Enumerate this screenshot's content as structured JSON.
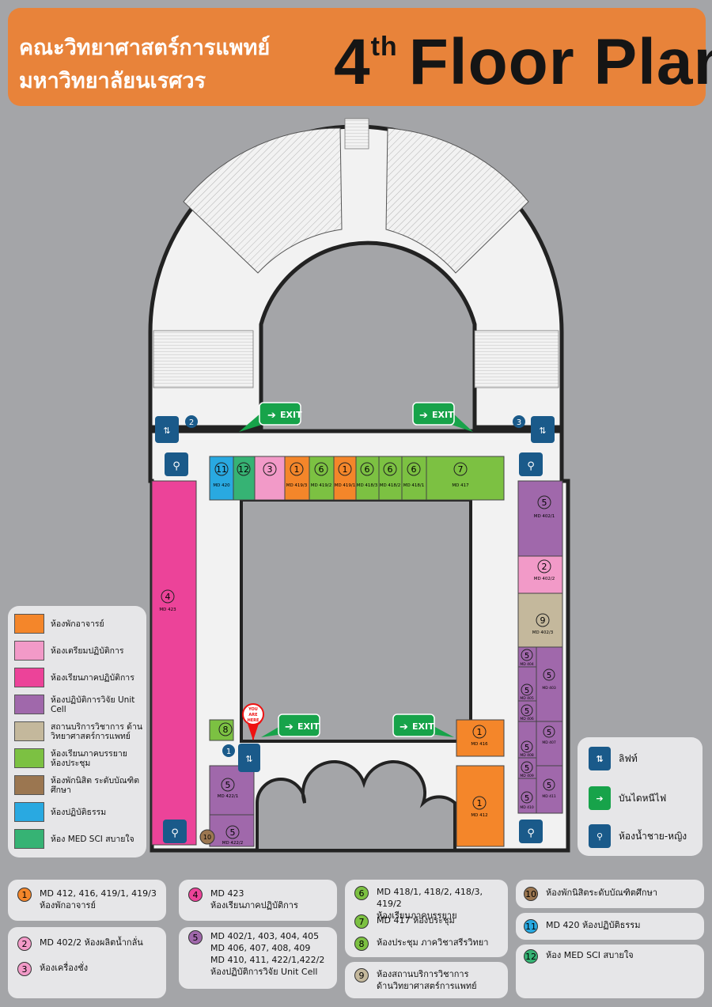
{
  "header": {
    "thai_line1": "คณะวิทยาศาสตร์การแพทย์",
    "thai_line2": "มหาวิทยาลัยนเรศวร",
    "floor_number": "4",
    "floor_suffix": "th",
    "floor_text": "Floor Plan"
  },
  "colors": {
    "orange": "#f4862a",
    "pink_light": "#f29ac8",
    "magenta": "#ec4399",
    "purple": "#a068ab",
    "beige": "#c4b89c",
    "green_light": "#7cc142",
    "brown": "#9b7650",
    "blue": "#29a9e1",
    "green_dark": "#36b374",
    "exit_green": "#17a34a"
  },
  "rooms": {
    "r11": {
      "num": "11",
      "code": "MD 420"
    },
    "r12": {
      "num": "12",
      "code": ""
    },
    "r3": {
      "num": "3",
      "code": ""
    },
    "r1a": {
      "num": "1",
      "code": "MD 419/3"
    },
    "r6a": {
      "num": "6",
      "code": "MD 419/2"
    },
    "r1b": {
      "num": "1",
      "code": "MD 419/1"
    },
    "r6b": {
      "num": "6",
      "code": "MD 418/3"
    },
    "r6c": {
      "num": "6",
      "code": "MD 418/2"
    },
    "r6d": {
      "num": "6",
      "code": "MD 418/1"
    },
    "r7": {
      "num": "7",
      "code": "MD 417"
    },
    "r4": {
      "num": "4",
      "code": "MD 423"
    },
    "r5a": {
      "num": "5",
      "code": "MD 402/1"
    },
    "r2": {
      "num": "2",
      "code": "MD 402/2"
    },
    "r9": {
      "num": "9",
      "code": "MD 402/3"
    },
    "r5b": {
      "num": "5",
      "code": "MD 404"
    },
    "r5c": {
      "num": "5",
      "code": "MD 403"
    },
    "r5d": {
      "num": "5",
      "code": "MD 405"
    },
    "r5e": {
      "num": "5",
      "code": "MD 406"
    },
    "r5f": {
      "num": "5",
      "code": "MD 407"
    },
    "r5g": {
      "num": "5",
      "code": "MD 408"
    },
    "r5h": {
      "num": "5",
      "code": "MD 409"
    },
    "r5i": {
      "num": "5",
      "code": "MD 411"
    },
    "r5j": {
      "num": "5",
      "code": "MD 410"
    },
    "r1c": {
      "num": "1",
      "code": "MD 416"
    },
    "r1d": {
      "num": "1",
      "code": "MD 412"
    },
    "r8": {
      "num": "8",
      "code": ""
    },
    "r5k": {
      "num": "5",
      "code": "MD 422/1"
    },
    "r5l": {
      "num": "5",
      "code": "MD 422/2"
    },
    "r10": {
      "num": "10",
      "code": ""
    }
  },
  "markers": {
    "exit_label": "EXIT",
    "you_are_here": [
      "YOU",
      "ARE",
      "HERE"
    ],
    "lift_1": "1",
    "lift_2": "2",
    "lift_3": "3"
  },
  "legend": [
    {
      "label": "ห้องพักอาจารย์",
      "color": "#f4862a"
    },
    {
      "label": "ห้องเตรียมปฏิบัติการ",
      "color": "#f29ac8"
    },
    {
      "label": "ห้องเรียนภาคปฏิบัติการ",
      "color": "#ec4399"
    },
    {
      "label": "ห้องปฏิบัติการวิจัย Unit Cell",
      "color": "#a068ab"
    },
    {
      "label": "สถานบริการวิชาการ ด้านวิทยาศาสตร์การแพทย์",
      "color": "#c4b89c"
    },
    {
      "label": "ห้องเรียนภาคบรรยาย ห้องประชุม",
      "color": "#7cc142"
    },
    {
      "label": "ห้องพักนิสิต ระดับบัณฑิตศึกษา",
      "color": "#9b7650"
    },
    {
      "label": "ห้องปฏิบัติธรรม",
      "color": "#29a9e1"
    },
    {
      "label": "ห้อง MED SCI สบายใจ",
      "color": "#36b374"
    }
  ],
  "icon_legend": {
    "lift": "ลิฟท์",
    "exit": "บันไดหนีไฟ",
    "restroom": "ห้องน้ำชาย-หญิง"
  },
  "key": {
    "k1": {
      "num": "1",
      "text": "MD 412, 416, 419/1, 419/3\nห้องพักอาจารย์"
    },
    "k2": {
      "num": "2",
      "text": "MD 402/2 ห้องผลิตน้ำกลั่น"
    },
    "k3": {
      "num": "3",
      "text": "ห้องเครื่องชั่ง"
    },
    "k4": {
      "num": "4",
      "text": "MD 423\nห้องเรียนภาคปฏิบัติการ"
    },
    "k5": {
      "num": "5",
      "text": "MD 402/1, 403, 404, 405\nMD 406, 407, 408, 409\nMD 410, 411, 422/1,422/2\nห้องปฏิบัติการวิจัย Unit Cell"
    },
    "k6": {
      "num": "6",
      "text": "MD 418/1, 418/2, 418/3, 419/2\nห้องเรียนภาคบรรยาย"
    },
    "k7": {
      "num": "7",
      "text": "MD 417 ห้องประชุม"
    },
    "k8": {
      "num": "8",
      "text": "ห้องประชุม ภาควิชาสรีรวิทยา"
    },
    "k9": {
      "num": "9",
      "text": "ห้องสถานบริการวิชาการ\nด้านวิทยาศาสตร์การแพทย์"
    },
    "k10": {
      "num": "10",
      "text": "ห้องพักนิสิตระดับบัณฑิตศึกษา"
    },
    "k11": {
      "num": "11",
      "text": "MD 420 ห้องปฏิบัติธรรม"
    },
    "k12": {
      "num": "12",
      "text": "ห้อง MED SCI สบายใจ"
    }
  }
}
